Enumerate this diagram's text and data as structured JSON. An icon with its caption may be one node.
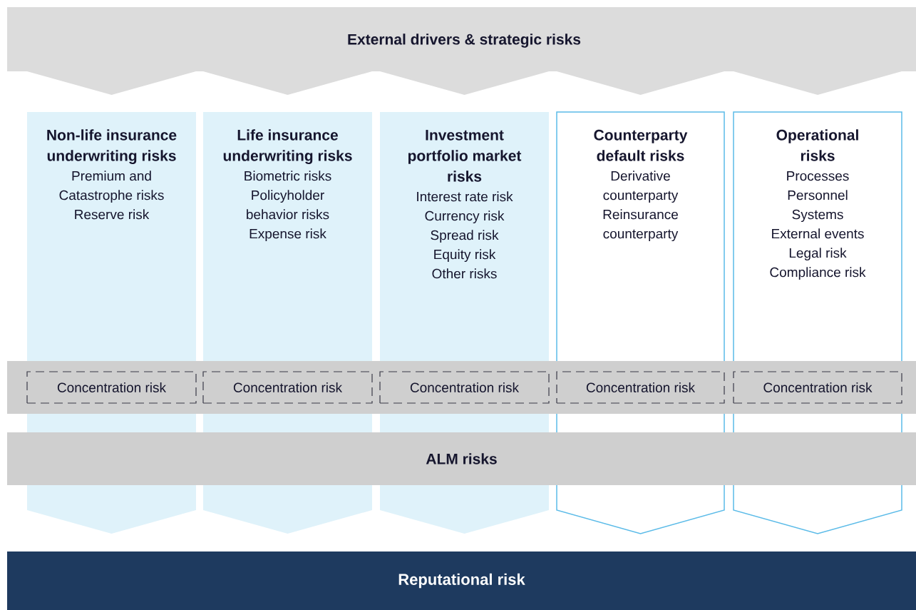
{
  "diagram": {
    "nodes": [
      {
        "text": [
          "External drivers & strategic risks"
        ]
      },
      {
        "text": [
          "Non-life insurance underwriting risks",
          "Premium and Catastrophe risks",
          "Reserve risk"
        ]
      },
      {
        "text": [
          "Life insurance underwriting risks",
          "Biometric risks",
          "Policyholder behavior risks",
          "Expense risk"
        ]
      },
      {
        "text": [
          "Investment portfolio market risks",
          "Interest rate risk",
          "Currency risk",
          "Spread risk",
          "Equity risk",
          "Other risks"
        ]
      },
      {
        "text": [
          "Counterparty default risks",
          "Derivative counterparty",
          "Reinsurance counterparty"
        ]
      },
      {
        "text": [
          "Operational risks",
          "Processes",
          "Personnel",
          "Systems",
          "External events",
          "Legal risk",
          "Compliance risk"
        ]
      },
      {
        "text": [],
        "shape": "bar"
      },
      {
        "text": [
          "Concentration risk"
        ]
      },
      {
        "text": [
          "Concentration risk"
        ]
      },
      {
        "text": [
          "Concentration risk"
        ]
      },
      {
        "text": [
          "Concentration risk"
        ]
      },
      {
        "text": [
          "Concentration risk"
        ]
      },
      {
        "text": [
          "ALM risks"
        ]
      },
      {
        "text": [
          "Reputational risk"
        ]
      }
    ]
  }
}
